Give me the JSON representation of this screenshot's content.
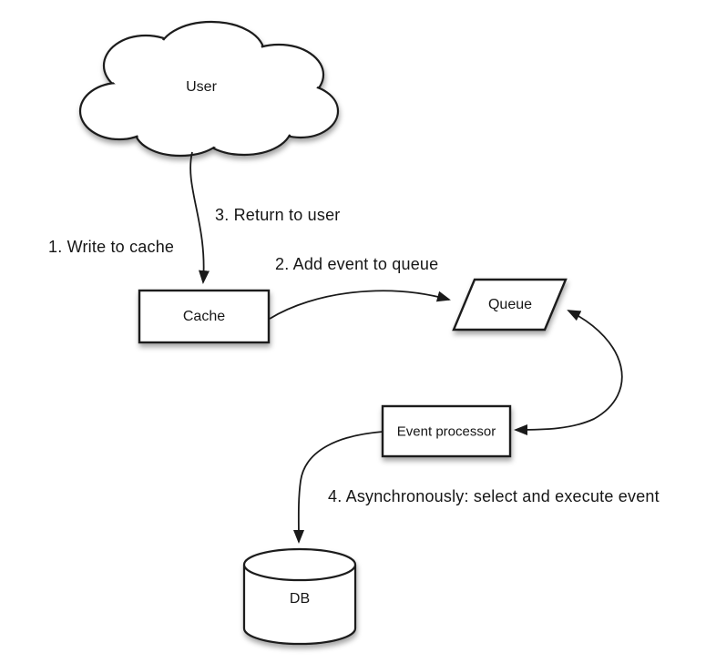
{
  "diagram": {
    "nodes": {
      "user": {
        "label": "User",
        "shape": "cloud"
      },
      "cache": {
        "label": "Cache",
        "shape": "rectangle"
      },
      "queue": {
        "label": "Queue",
        "shape": "parallelogram"
      },
      "event_processor": {
        "label": "Event processor",
        "shape": "rectangle"
      },
      "db": {
        "label": "DB",
        "shape": "cylinder"
      }
    },
    "steps": {
      "step1": "1. Write to cache",
      "step2": "2. Add event to queue",
      "step3": "3. Return to user",
      "step4": "4. Asynchronously: select and execute event"
    },
    "edges": [
      {
        "from": "user",
        "to": "cache",
        "arrow": "single"
      },
      {
        "from": "cache",
        "to": "queue",
        "arrow": "single"
      },
      {
        "from": "queue",
        "to": "event_processor",
        "arrow": "double"
      },
      {
        "from": "event_processor",
        "to": "db",
        "arrow": "single"
      }
    ],
    "colors": {
      "stroke": "#1a1a1a",
      "shape_fill": "#ffffff",
      "text": "#161616",
      "background": "#ffffff"
    }
  }
}
